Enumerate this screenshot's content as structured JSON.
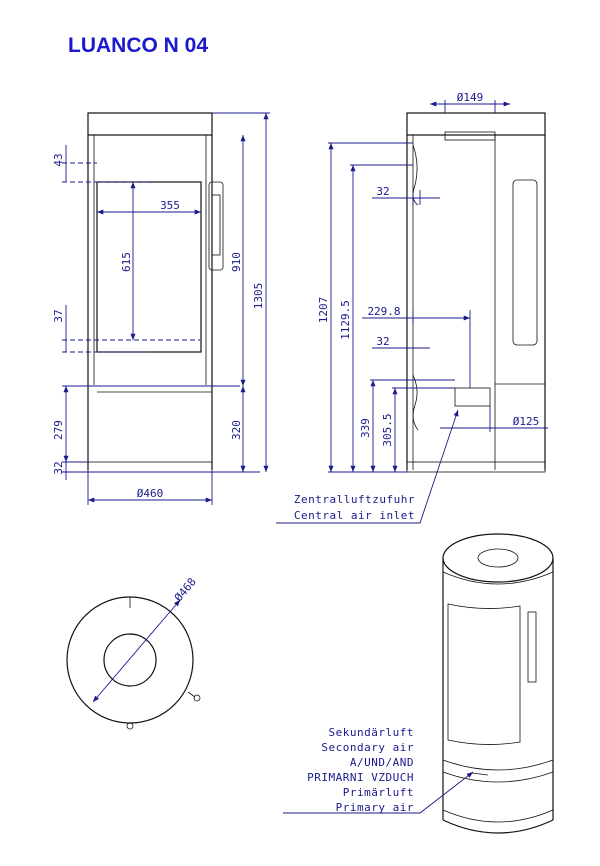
{
  "title": "LUANCO N 04",
  "colors": {
    "dimension": "#1a1a8c",
    "title": "#1a1acc",
    "outline": "#111111"
  },
  "front": {
    "dim_43": "43",
    "dim_355": "355",
    "dim_615": "615",
    "dim_37": "37",
    "dim_910": "910",
    "dim_1305": "1305",
    "dim_279": "279",
    "dim_320": "320",
    "dim_32": "32",
    "dim_460": "Ø460"
  },
  "side": {
    "dim_149": "Ø149",
    "dim_32_top": "32",
    "dim_1207": "1207",
    "dim_1129_5": "1129.5",
    "dim_229_8": "229.8",
    "dim_32_mid": "32",
    "dim_339": "339",
    "dim_305_5": "305.5",
    "dim_125": "Ø125"
  },
  "top_view": {
    "dim_468": "Ø468"
  },
  "notes": {
    "central_air_de": "Zentralluftzufuhr",
    "central_air_en": "Central air inlet",
    "secondary_de": "Sekundärluft",
    "secondary_en": "Secondary air",
    "and_line": "A/UND/AND",
    "primary_cz": "PRIMARNI VZDUCH",
    "primary_de": "Primärluft",
    "primary_en": "Primary air"
  }
}
